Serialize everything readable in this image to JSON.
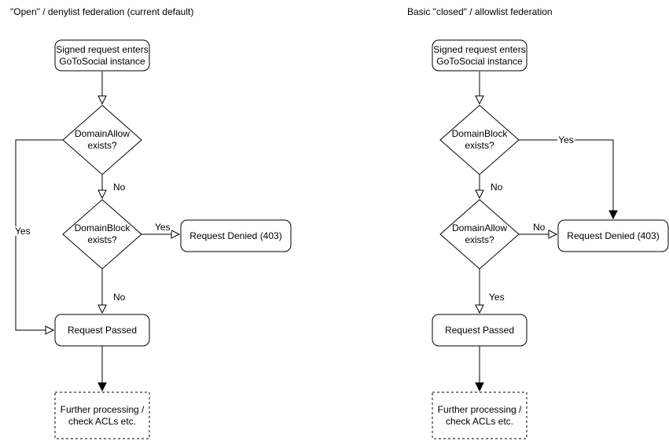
{
  "left": {
    "title": "\"Open\" / denylist federation (current default)",
    "nodes": {
      "start": {
        "line1": "Signed request enters",
        "line2": "GoToSocial instance"
      },
      "domain_allow": {
        "line1": "DomainAllow",
        "line2": "exists?"
      },
      "domain_block": {
        "line1": "DomainBlock",
        "line2": "exists?"
      },
      "request_denied": "Request Denied (403)",
      "request_passed": "Request Passed",
      "further_processing": {
        "line1": "Further processing /",
        "line2": "check ACLs etc."
      }
    },
    "edge_labels": {
      "allow_yes": "Yes",
      "allow_no": "No",
      "block_yes": "Yes",
      "block_no": "No"
    }
  },
  "right": {
    "title": "Basic \"closed\" / allowlist federation",
    "nodes": {
      "start": {
        "line1": "Signed request enters",
        "line2": "GoToSocial instance"
      },
      "domain_block": {
        "line1": "DomainBlock",
        "line2": "exists?"
      },
      "domain_allow": {
        "line1": "DomainAllow",
        "line2": "exists?"
      },
      "request_denied": "Request Denied (403)",
      "request_passed": "Request Passed",
      "further_processing": {
        "line1": "Further processing /",
        "line2": "check ACLs etc."
      }
    },
    "edge_labels": {
      "block_yes": "Yes",
      "block_no": "No",
      "allow_no": "No",
      "allow_yes": "Yes"
    }
  },
  "colors": {
    "stroke": "#000000",
    "fill": "#ffffff",
    "text": "#000000"
  }
}
